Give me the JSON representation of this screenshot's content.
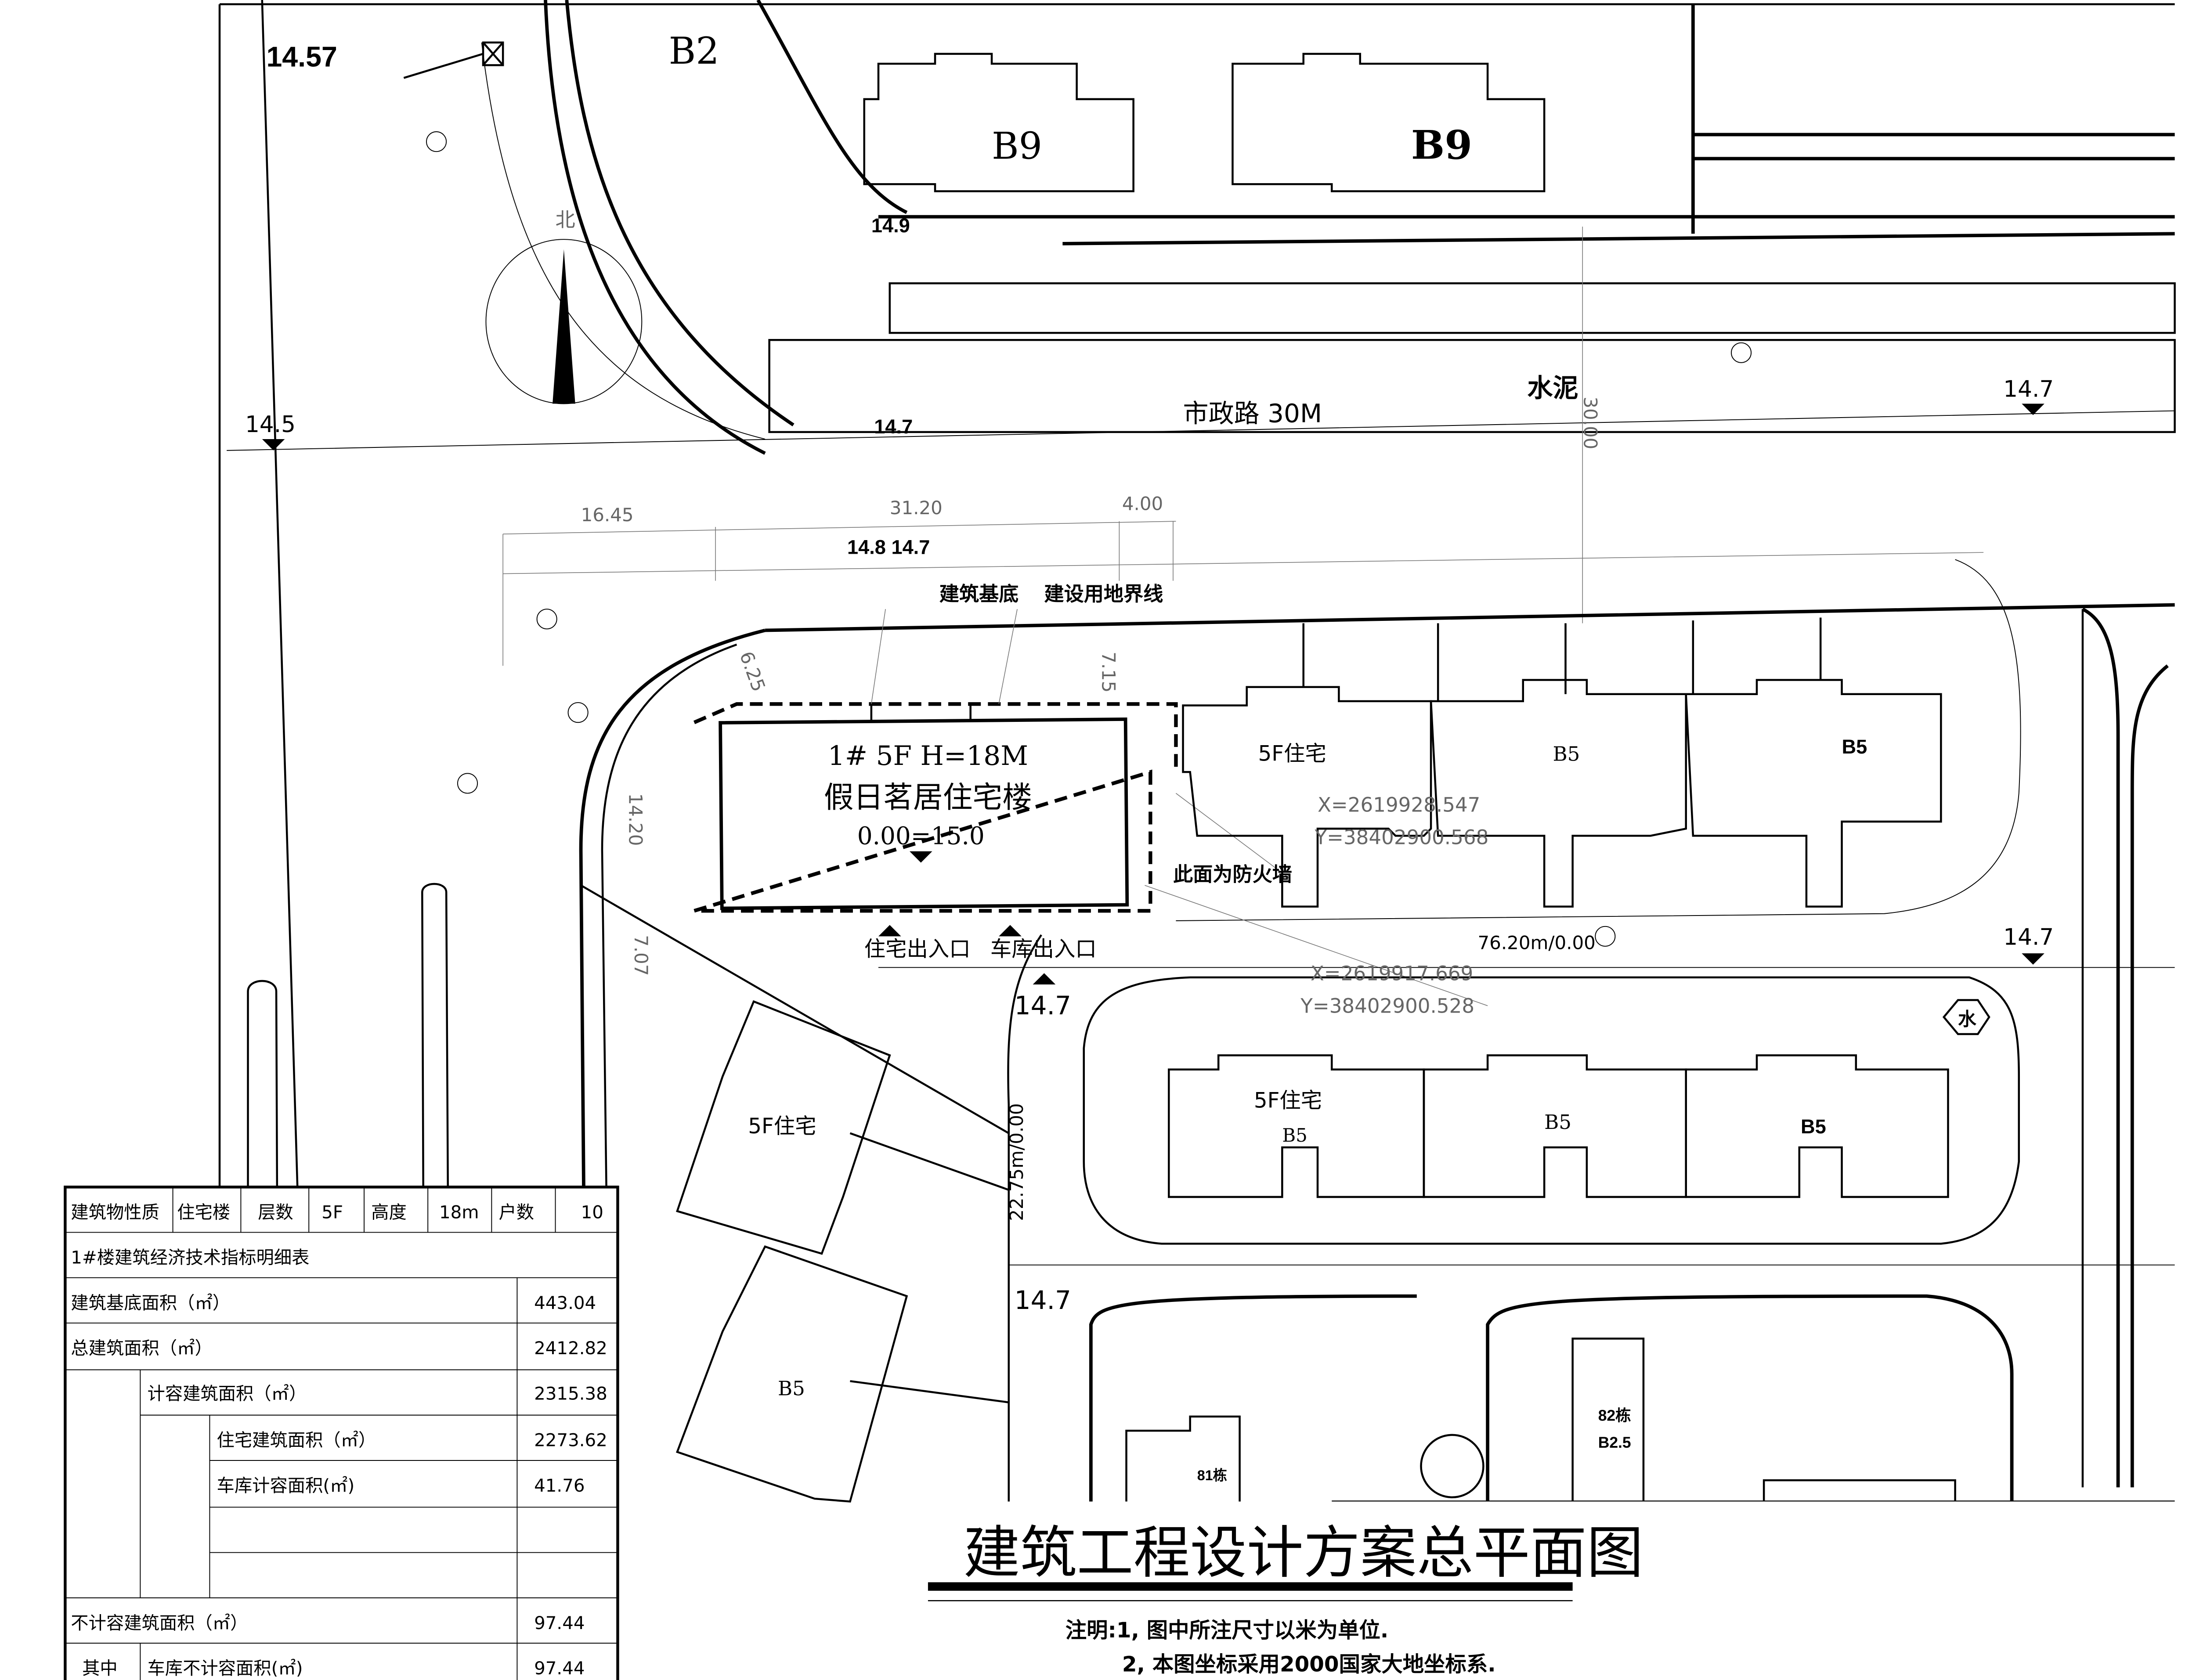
{
  "plan": {
    "labels": {
      "b2": "B2",
      "b9_left": "B9",
      "b9_right": "B9",
      "elev_1457": "14.57",
      "elev_149": "14.9",
      "elev_145": "14.5",
      "elev_147_road": "14.7",
      "elev_147_right_top": "14.7",
      "elev_148_147": "14.8 14.7",
      "elev_147_right_mid": "14.7",
      "elev_147_entry": "14.7",
      "elev_147_lower": "14.7",
      "north": "北",
      "road": "市政路 30M",
      "cement": "水泥",
      "dim_1645": "16.45",
      "dim_3120": "31.20",
      "dim_400": "4.00",
      "dim_625": "6.25",
      "dim_715": "7.15",
      "dim_1420": "14.20",
      "dim_707": "7.07",
      "dim_3000": "30.00",
      "building_base": "建筑基底",
      "site_boundary": "建设用地界线",
      "building_line1": "1# 5F H=18M",
      "building_line2": "假日茗居住宅楼",
      "building_line3": "0.00=15.0",
      "firewall": "此面为防火墙",
      "residential_entry": "住宅出入口",
      "garage_entry": "车库出入口",
      "coord_x1": "X=2619928.547",
      "coord_y1": "Y=38402900.568",
      "coord_x2": "X=2619917.669",
      "coord_y2": "Y=38402900.528",
      "road_slope_h": "76.20m/0.00",
      "road_slope_v": "22.75m/0.00",
      "res5f_a": "5F住宅",
      "b5_a": "B5",
      "b5_b": "B5",
      "res5f_b": "5F住宅",
      "b5_c": "B5",
      "b5_d": "B5",
      "b5_e": "B5",
      "res5f_c": "5F住宅",
      "b5_f": "B5",
      "water": "水",
      "b82": "82栋",
      "b825": "B2.5",
      "b81": "81栋"
    }
  },
  "table": {
    "header": [
      "建筑物性质",
      "住宅楼",
      "层数",
      "5F",
      "高度",
      "18m",
      "户数",
      "10"
    ],
    "title": "1#楼建筑经济技术指标明细表",
    "rows": {
      "base_area": {
        "label": "建筑基底面积（㎡）",
        "value": "443.04"
      },
      "total_area": {
        "label": "总建筑面积（㎡）",
        "value": "2412.82"
      },
      "far_area": {
        "label": "计容建筑面积（㎡）",
        "value": "2315.38"
      },
      "res_area": {
        "label": "住宅建筑面积（㎡）",
        "value": "2273.62"
      },
      "garage_far": {
        "label": "车库计容面积(㎡)",
        "value": "41.76"
      },
      "non_far": {
        "label": "不计容建筑面积（㎡）",
        "value": "97.44"
      },
      "among": {
        "label": "其中"
      },
      "garage_non_far": {
        "label": "车库不计容面积(㎡)",
        "value": "97.44"
      }
    }
  },
  "drawing": {
    "title": "建筑工程设计方案总平面图",
    "notes": [
      "注明:1, 图中所注尺寸以米为单位.",
      "2, 本图坐标采用2000国家大地坐标系."
    ]
  }
}
